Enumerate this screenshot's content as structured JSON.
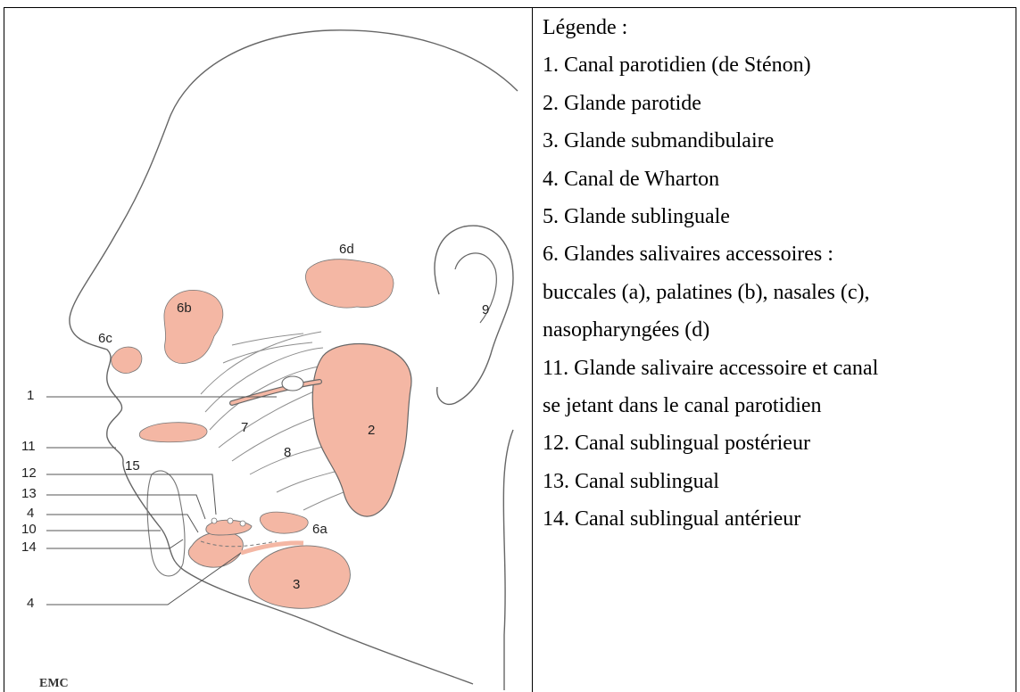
{
  "legend": {
    "title": "Légende :",
    "lines": [
      "1. Canal parotidien (de Sténon)",
      "2. Glande parotide",
      "3. Glande submandibulaire",
      "4. Canal de Wharton",
      "5. Glande sublinguale",
      "6. Glandes salivaires accessoires :",
      "buccales (a), palatines (b), nasales (c),",
      "nasopharyngées (d)",
      "11. Glande salivaire accessoire et canal",
      "se jetant dans le canal parotidien",
      "12. Canal sublingual postérieur",
      "13. Canal sublingual",
      "14. Canal sublingual antérieur"
    ]
  },
  "figure": {
    "left_labels": [
      "1",
      "11",
      "12",
      "13",
      "4",
      "10",
      "14",
      "4"
    ],
    "inner_labels": [
      "15",
      "7",
      "8",
      "2",
      "3",
      "6a",
      "6b",
      "6c",
      "6d",
      "9"
    ],
    "logo": "EMC"
  },
  "colors": {
    "gland": "#f4b7a4",
    "outline": "#555555",
    "muscle": "#9a9a9a"
  }
}
